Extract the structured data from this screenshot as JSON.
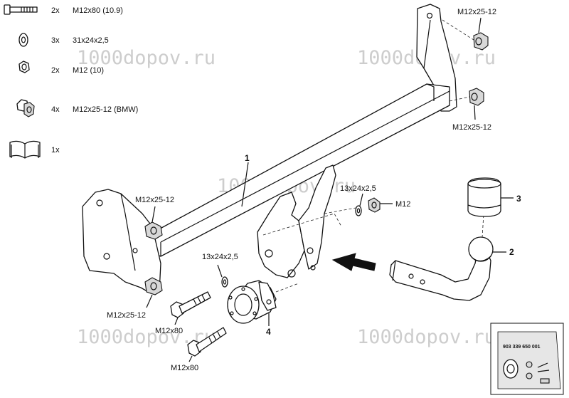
{
  "parts_list": [
    {
      "qty": "2x",
      "desc": "M12x80 (10.9)",
      "icon": "bolt-icon"
    },
    {
      "qty": "3x",
      "desc": "31x24x2,5",
      "icon": "washer-icon"
    },
    {
      "qty": "2x",
      "desc": "M12 (10)",
      "icon": "nut-icon"
    },
    {
      "qty": "4x",
      "desc": "M12x25-12 (BMW)",
      "icon": "flange-nut-icon"
    },
    {
      "qty": "1x",
      "desc": "",
      "icon": "manual-book-icon"
    }
  ],
  "watermarks": [
    "1000dopov.ru",
    "1000dopov.ru",
    "1000dopov.ru",
    "1000dopov.ru",
    "1000dopov.ru"
  ],
  "callouts": {
    "nut_top_right_1": "M12x25-12",
    "nut_top_right_2": "M12x25-12",
    "nut_left_upper": "M12x25-12",
    "nut_left_lower": "M12x25-12",
    "washer_right": "13x24x2,5",
    "nut_right": "M12",
    "washer_left": "13x24x2,5",
    "bolt_upper": "M12x80",
    "bolt_lower": "M12x80"
  },
  "part_numbers": {
    "beam": "1",
    "ball_neck": "2",
    "cap": "3",
    "socket_plate": "4"
  },
  "kit_card": {
    "code": "903 339 650 001"
  }
}
